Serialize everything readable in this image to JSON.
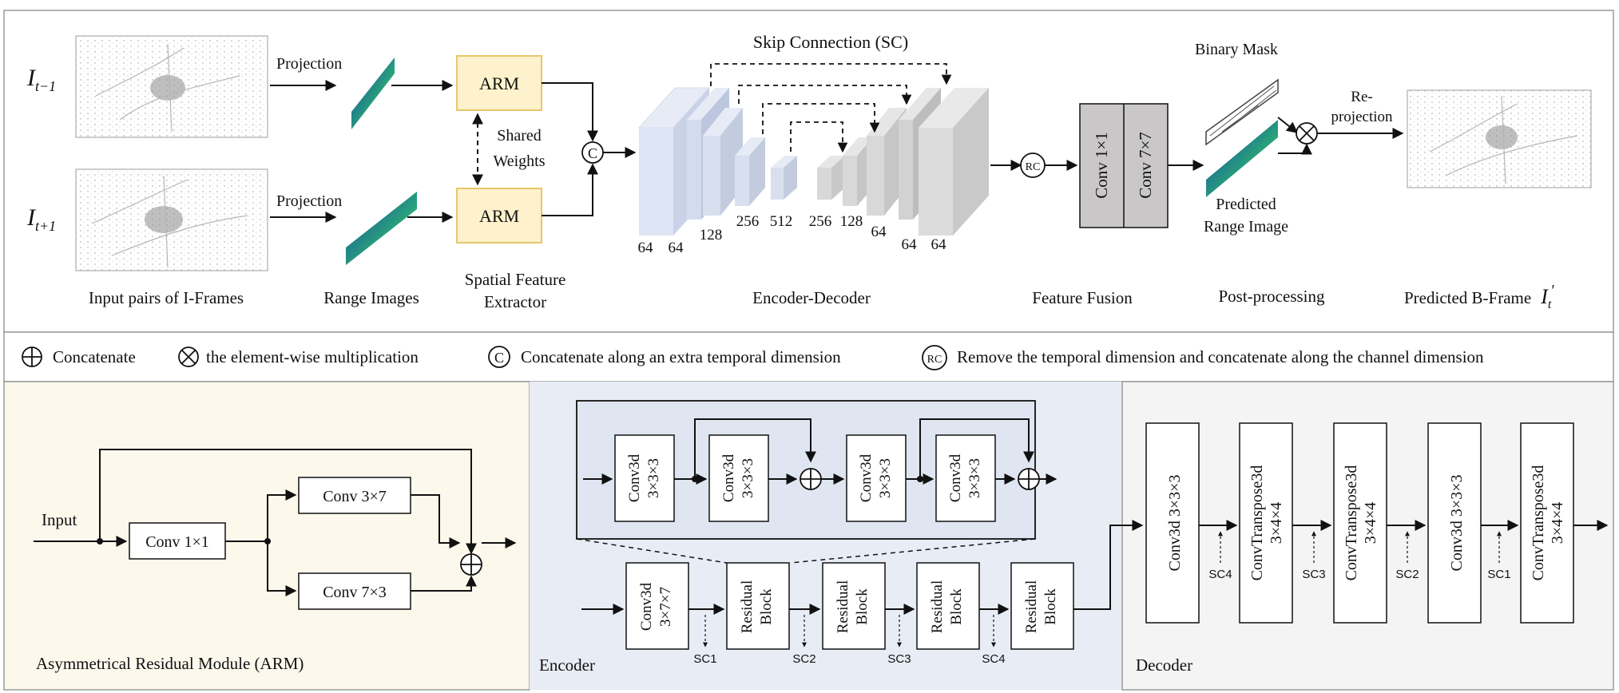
{
  "top": {
    "frame_prev": "I",
    "frame_prev_sub": "t−1",
    "frame_next": "I",
    "frame_next_sub": "t+1",
    "projection_1": "Projection",
    "projection_2": "Projection",
    "arm_1": "ARM",
    "arm_2": "ARM",
    "shared_1": "Shared",
    "shared_2": "Weights",
    "concat_c": "C",
    "skip_connection": "Skip Connection (SC)",
    "encoder_channels": [
      "64",
      "64",
      "128",
      "256",
      "512"
    ],
    "decoder_channels": [
      "256",
      "128",
      "64",
      "64",
      "64"
    ],
    "rc": "RC",
    "fusion_conv1": "Conv 1×1",
    "fusion_conv2": "Conv 7×7",
    "binary_mask": "Binary Mask",
    "predicted_range_1": "Predicted",
    "predicted_range_2": "Range Image",
    "reprojection_1": "Re-",
    "reprojection_2": "projection",
    "captions": {
      "input_pairs": "Input pairs of I-Frames",
      "range_images": "Range Images",
      "spatial_1": "Spatial Feature",
      "spatial_2": "Extractor",
      "encoder_decoder": "Encoder-Decoder",
      "feature_fusion": "Feature Fusion",
      "post_processing": "Post-processing",
      "predicted_b": "Predicted B-Frame",
      "predicted_b_symbol": "I",
      "predicted_b_sub": "t",
      "predicted_b_prime": "′"
    }
  },
  "legend": {
    "concatenate": "Concatenate",
    "multiplication": "the element-wise multiplication",
    "temporal_concat": "Concatenate along an extra temporal dimension",
    "rc_symbol": "RC",
    "rc_text": "Remove the temporal dimension and concatenate along the channel dimension"
  },
  "arm_panel": {
    "input": "Input",
    "conv1": "Conv 1×1",
    "conv37": "Conv 3×7",
    "conv73": "Conv 7×3",
    "caption": "Asymmetrical Residual Module (ARM)"
  },
  "encoder_panel": {
    "residual_detail": [
      {
        "l1": "Conv3d",
        "l2": "3×3×3"
      },
      {
        "l1": "Conv3d",
        "l2": "3×3×3"
      },
      {
        "l1": "Conv3d",
        "l2": "3×3×3"
      },
      {
        "l1": "Conv3d",
        "l2": "3×3×3"
      }
    ],
    "stem": {
      "l1": "Conv3d",
      "l2": "3×7×7"
    },
    "blocks": [
      {
        "l1": "Residual",
        "l2": "Block"
      },
      {
        "l1": "Residual",
        "l2": "Block"
      },
      {
        "l1": "Residual",
        "l2": "Block"
      },
      {
        "l1": "Residual",
        "l2": "Block"
      }
    ],
    "sc_labels": [
      "SC1",
      "SC2",
      "SC3",
      "SC4"
    ],
    "caption": "Encoder"
  },
  "decoder_panel": {
    "blocks": [
      {
        "l1": "Conv3d  3×3×3",
        "l2": ""
      },
      {
        "l1": "ConvTranspose3d",
        "l2": "3×4×4"
      },
      {
        "l1": "ConvTranspose3d",
        "l2": "3×4×4"
      },
      {
        "l1": "Conv3d  3×3×3",
        "l2": ""
      },
      {
        "l1": "ConvTranspose3d",
        "l2": "3×4×4"
      }
    ],
    "sc_labels": [
      "SC4",
      "SC3",
      "SC2",
      "SC1"
    ],
    "caption": "Decoder"
  },
  "colors": {
    "arm_bg": "#fdf8ec",
    "arm_box": "#fdf2cc",
    "arm_box_border": "#e8c76b",
    "encoder_bg": "#e8edf5",
    "encoder_inner_bg": "#dfe6f1",
    "decoder_bg": "#f4f4f4",
    "fusion_fill": "#c9c7c7",
    "enc_block": "#dfe5f3",
    "dec_block": "#d8d8d8"
  }
}
